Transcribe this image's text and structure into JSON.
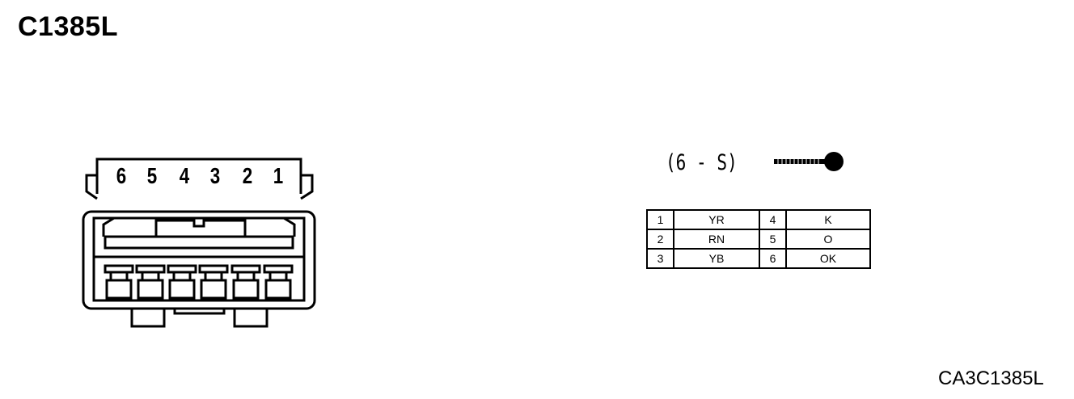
{
  "title": "C1385L",
  "connector_spec": "(6 - S)",
  "reference_code": "CA3C1385L",
  "cavity_numbers": [
    "6",
    "5",
    "4",
    "3",
    "2",
    "1"
  ],
  "pin_table": [
    {
      "pin_a": "1",
      "color_a": "YR",
      "pin_b": "4",
      "color_b": "K"
    },
    {
      "pin_a": "2",
      "color_a": "RN",
      "pin_b": "5",
      "color_b": "O"
    },
    {
      "pin_a": "3",
      "color_a": "YB",
      "pin_b": "6",
      "color_b": "OK"
    }
  ],
  "icons": {
    "terminal": "pin-terminal-icon"
  }
}
